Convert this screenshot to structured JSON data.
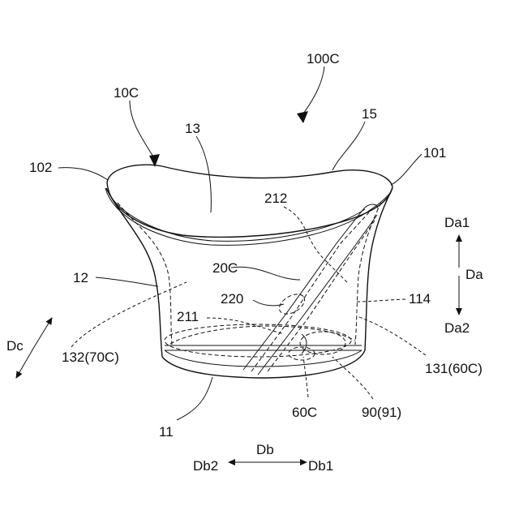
{
  "labels": {
    "assembly": "100C",
    "container": "10C",
    "top_face": "13",
    "top_rim_mid": "15",
    "rim_left": "102",
    "rim_right": "101",
    "part_212": "212",
    "part_20c": "20C",
    "part_220": "220",
    "part_211": "211",
    "part_114": "114",
    "side_wall": "12",
    "part_132": "132(70C)",
    "part_131": "131(60C)",
    "bottom": "11",
    "part_60c": "60C",
    "part_90": "90(91)"
  },
  "directions": {
    "da1": "Da1",
    "da": "Da",
    "da2": "Da2",
    "db": "Db",
    "db1": "Db1",
    "db2": "Db2",
    "dc": "Dc"
  }
}
